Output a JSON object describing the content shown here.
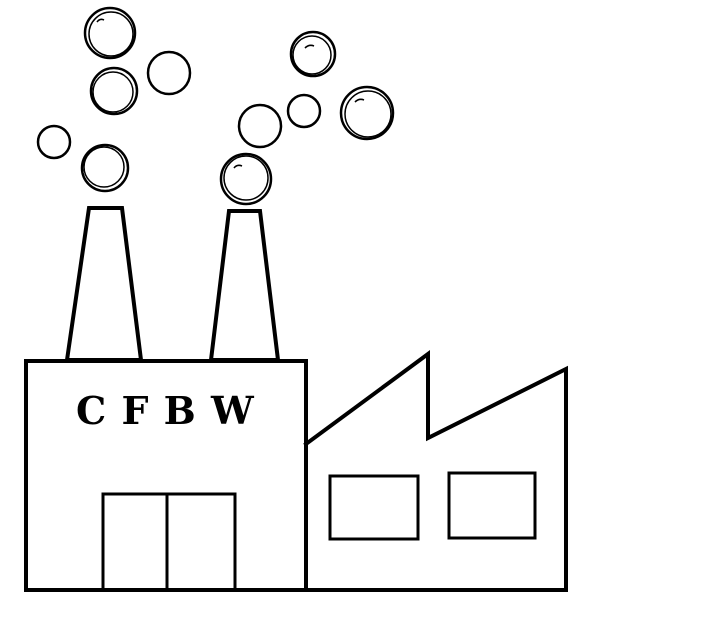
{
  "factory": {
    "sign_text": "C F B W"
  },
  "colors": {
    "line": "#000000",
    "background": "#ffffff"
  },
  "icons": [
    "smokestack",
    "smoke-bubble",
    "factory-door",
    "factory-window"
  ]
}
